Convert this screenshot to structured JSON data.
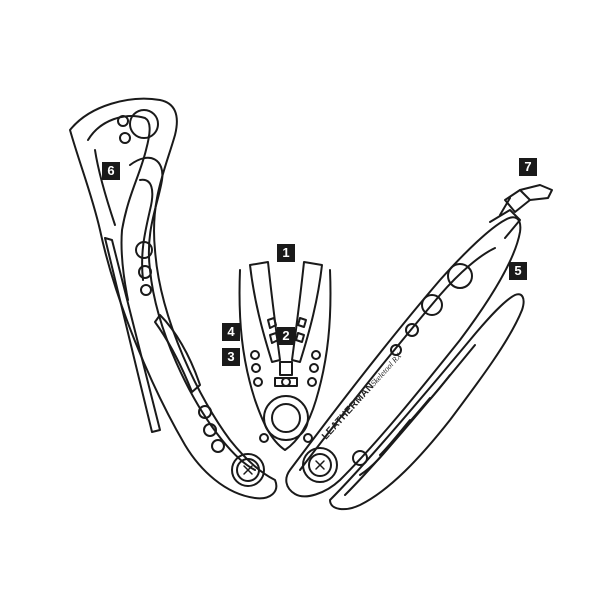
{
  "diagram": {
    "callouts": [
      {
        "id": "1"
      },
      {
        "id": "2"
      },
      {
        "id": "3"
      },
      {
        "id": "4"
      },
      {
        "id": "5"
      },
      {
        "id": "6"
      },
      {
        "id": "7"
      }
    ],
    "engraving": {
      "brand": "LEATHERMAN",
      "model": "Skeletool RX"
    },
    "colors": {
      "line": "#1a1a1a",
      "callout_bg": "#1a1a1a",
      "callout_text": "#ffffff"
    }
  }
}
